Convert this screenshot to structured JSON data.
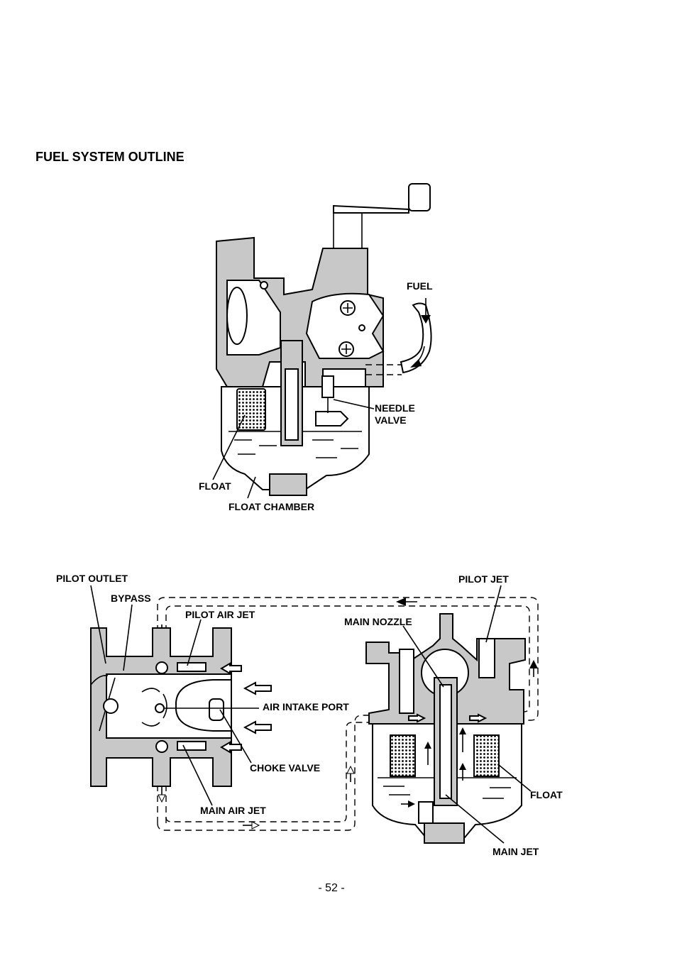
{
  "title": "FUEL SYSTEM OUTLINE",
  "page_number": "- 52 -",
  "top_diagram": {
    "labels": {
      "fuel": "FUEL",
      "needle_valve_1": "NEEDLE",
      "needle_valve_2": "VALVE",
      "float": "FLOAT",
      "float_chamber": "FLOAT CHAMBER"
    }
  },
  "bottom_diagram": {
    "labels": {
      "pilot_outlet": "PILOT OUTLET",
      "bypass": "BYPASS",
      "pilot_air_jet": "PILOT AIR JET",
      "air_intake_port": "AIR INTAKE PORT",
      "choke_valve": "CHOKE VALVE",
      "main_air_jet": "MAIN AIR JET",
      "pilot_jet": "PILOT JET",
      "main_nozzle": "MAIN NOZZLE",
      "float": "FLOAT",
      "main_jet": "MAIN JET"
    }
  }
}
